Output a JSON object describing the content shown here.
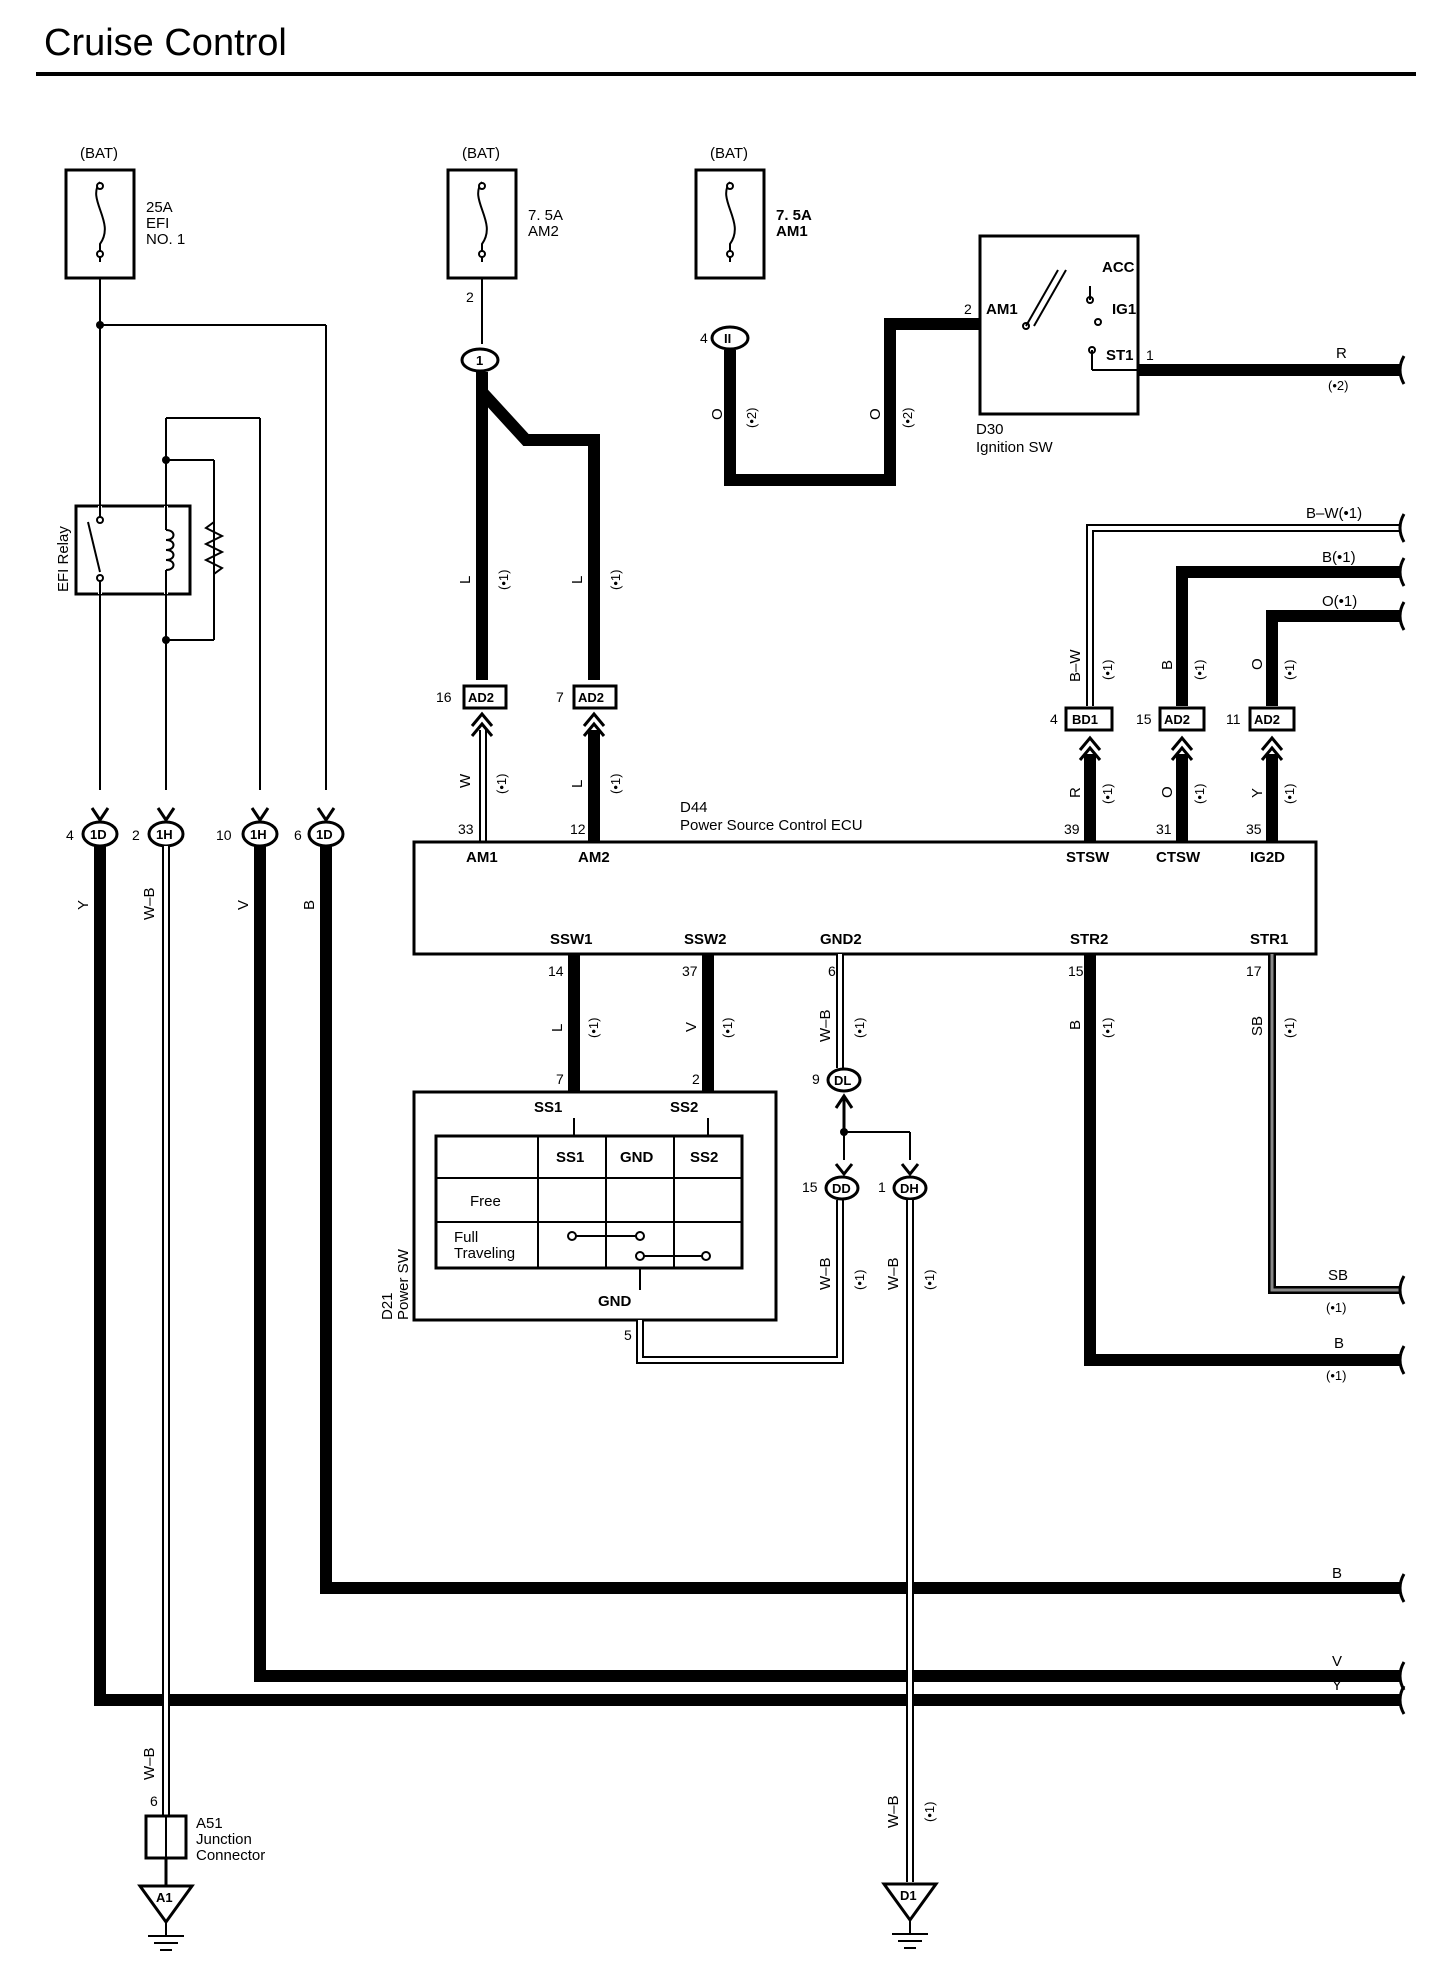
{
  "title": "Cruise Control",
  "fuses": [
    {
      "source": "(BAT)",
      "rating": "25A",
      "name": "EFI",
      "name2": "NO. 1"
    },
    {
      "source": "(BAT)",
      "rating": "7. 5A",
      "name": "AM2",
      "pin": "2",
      "connector": "1"
    },
    {
      "source": "(BAT)",
      "rating": "7. 5A",
      "name": "AM1",
      "pin": "4",
      "connector": "II"
    }
  ],
  "relay": {
    "name": "EFI Relay"
  },
  "ignition": {
    "id": "D30",
    "name": "Ignition SW",
    "terminals": [
      "ACC",
      "IG1",
      "ST1",
      "AM1"
    ],
    "pin_in": "2",
    "pin_out": "1",
    "out_color": "R",
    "out_note": "(•2)"
  },
  "ecu": {
    "id": "D44",
    "name": "Power Source Control ECU",
    "top_terminals": [
      {
        "label": "AM1",
        "pin": "33"
      },
      {
        "label": "AM2",
        "pin": "12"
      },
      {
        "label": "STSW",
        "pin": "39"
      },
      {
        "label": "CTSW",
        "pin": "31"
      },
      {
        "label": "IG2D",
        "pin": "35"
      }
    ],
    "bottom_terminals": [
      {
        "label": "SSW1",
        "pin": "14"
      },
      {
        "label": "SSW2",
        "pin": "37"
      },
      {
        "label": "GND2",
        "pin": "6"
      },
      {
        "label": "STR2",
        "pin": "15"
      },
      {
        "label": "STR1",
        "pin": "17"
      }
    ]
  },
  "connectors": [
    {
      "pin": "16",
      "name": "AD2"
    },
    {
      "pin": "7",
      "name": "AD2"
    },
    {
      "pin": "4",
      "name": "BD1"
    },
    {
      "pin": "15",
      "name": "AD2"
    },
    {
      "pin": "11",
      "name": "AD2"
    }
  ],
  "junction_pins": [
    {
      "pin": "4",
      "name": "1D"
    },
    {
      "pin": "2",
      "name": "1H"
    },
    {
      "pin": "10",
      "name": "1H"
    },
    {
      "pin": "6",
      "name": "1D"
    },
    {
      "pin": "9",
      "name": "DL"
    },
    {
      "pin": "15",
      "name": "DD"
    },
    {
      "pin": "1",
      "name": "DH"
    }
  ],
  "power_sw": {
    "id": "D21",
    "name": "Power SW",
    "terminals": [
      "SS1",
      "SS2",
      "GND"
    ],
    "pins": [
      "7",
      "2",
      "5"
    ],
    "table_header": [
      "SS1",
      "GND",
      "SS2"
    ],
    "rows": [
      "Free",
      "Full",
      "Traveling"
    ]
  },
  "wire_colors": {
    "y": "Y",
    "wb": "W–B",
    "v": "V",
    "b": "B",
    "l": "L",
    "w": "W",
    "o": "O",
    "bw": "B–W",
    "r": "R",
    "sb": "SB",
    "note1": "(•1)",
    "note2": "(•2)"
  },
  "right_outputs": [
    {
      "label": "B–W(•1)"
    },
    {
      "label": "B(•1)"
    },
    {
      "label": "O(•1)"
    }
  ],
  "junction_connector": {
    "id": "A51",
    "name": "Junction",
    "name2": "Connector",
    "pin": "6"
  },
  "grounds": [
    "A1",
    "D1"
  ]
}
